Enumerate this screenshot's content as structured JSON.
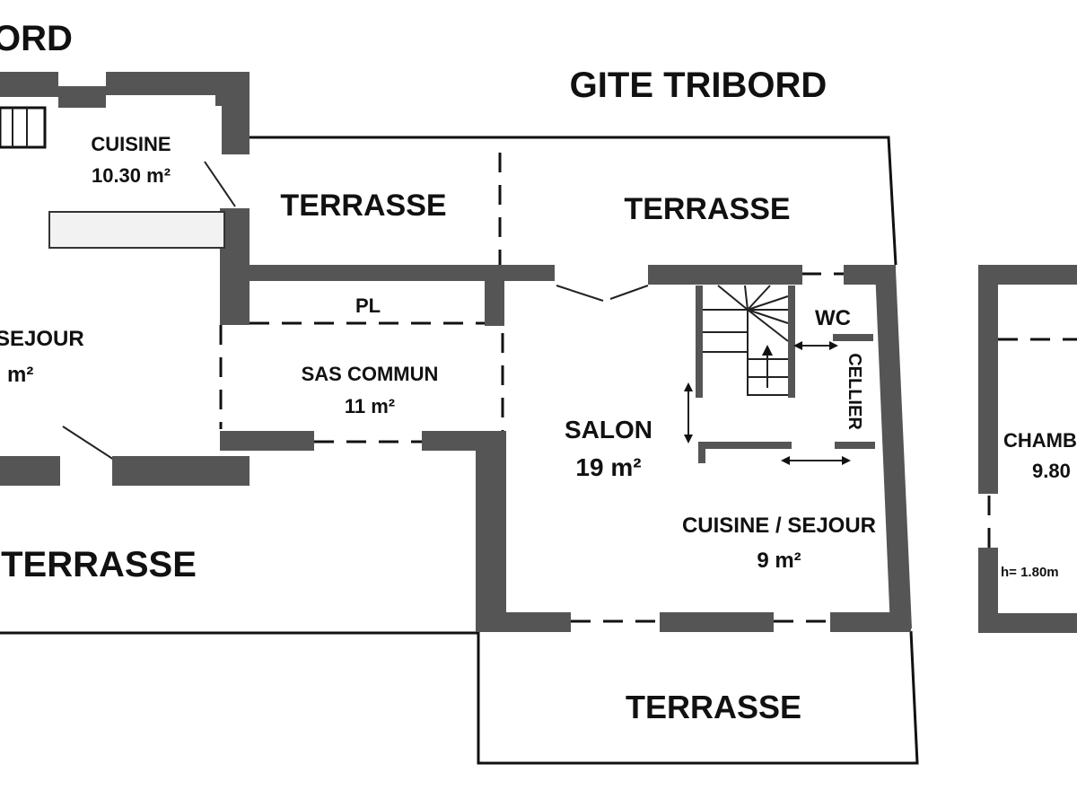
{
  "plan": {
    "left_heading": "ORD",
    "title": "GITE TRIBORD",
    "rooms": {
      "cuisine_left": {
        "name": "CUISINE",
        "area": "10.30 m²"
      },
      "sejour_left": {
        "name": "SEJOUR",
        "area": "m²"
      },
      "terrasse_top_left": "TERRASSE",
      "terrasse_top_right": "TERRASSE",
      "pl": "PL",
      "sas_commun": {
        "name": "SAS COMMUN",
        "area": "11 m²"
      },
      "terrasse_bottom_left": "TERRASSE",
      "salon": {
        "name": "SALON",
        "area": "19 m²"
      },
      "wc": "WC",
      "cellier": "CELLIER",
      "cuisine_sejour": {
        "name": "CUISINE / SEJOUR",
        "area": "9 m²"
      },
      "terrasse_bottom": "TERRASSE",
      "chambre": {
        "name": "CHAMB",
        "area": "9.80"
      },
      "height_note": "h= 1.80m"
    }
  }
}
